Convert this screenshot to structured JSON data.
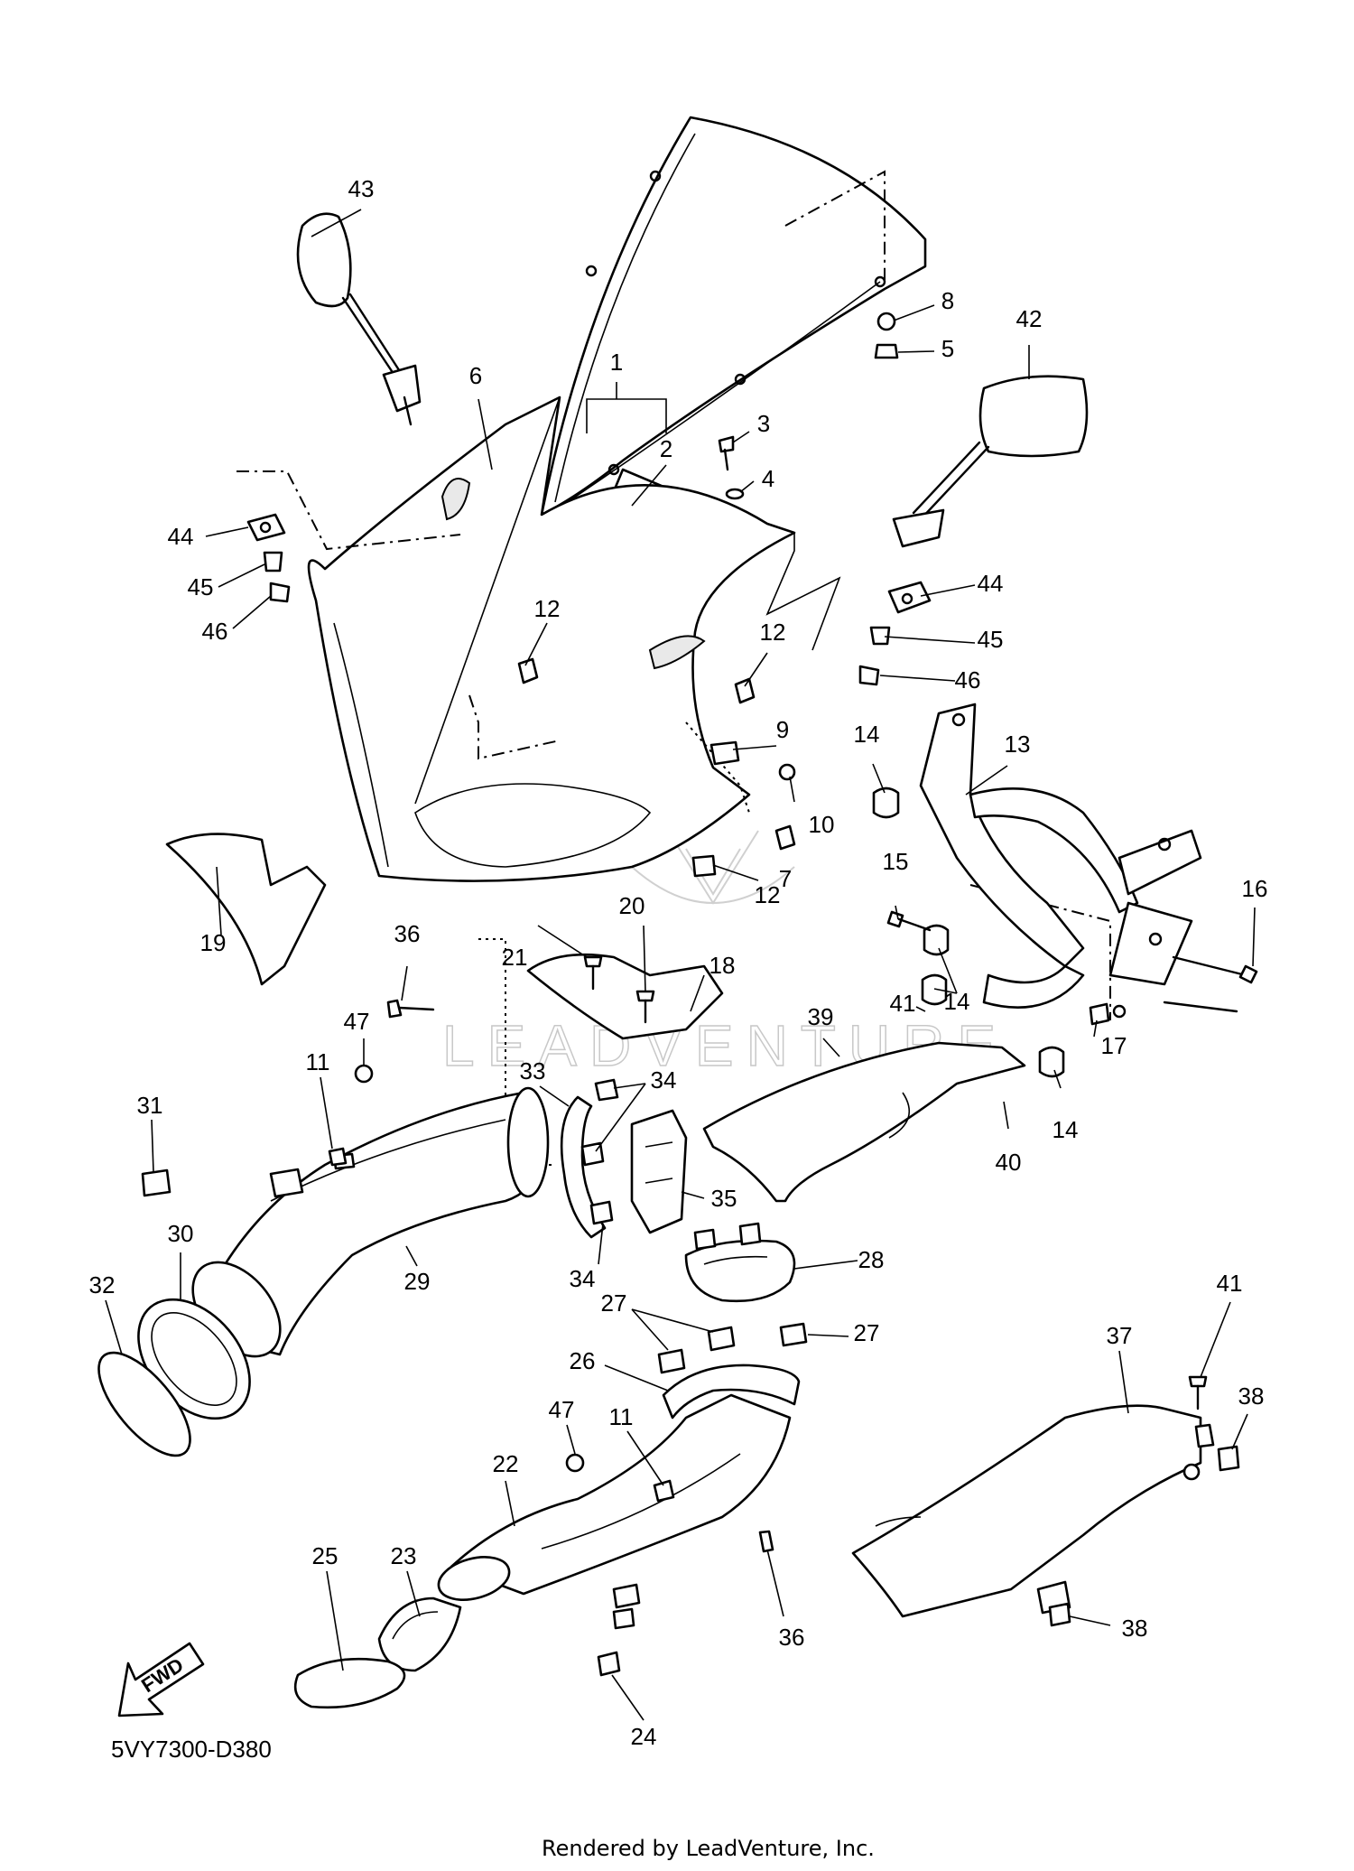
{
  "diagram": {
    "code": "5VY7300-D380",
    "footer": "Rendered by LeadVenture, Inc.",
    "watermark": "LEADVENTURE",
    "fwd_label": "FWD"
  },
  "callouts": [
    {
      "id": "c43",
      "text": "43"
    },
    {
      "id": "c6",
      "text": "6"
    },
    {
      "id": "c1",
      "text": "1"
    },
    {
      "id": "c2",
      "text": "2"
    },
    {
      "id": "c8",
      "text": "8"
    },
    {
      "id": "c5",
      "text": "5"
    },
    {
      "id": "c42",
      "text": "42"
    },
    {
      "id": "c3",
      "text": "3"
    },
    {
      "id": "c4",
      "text": "4"
    },
    {
      "id": "c44a",
      "text": "44"
    },
    {
      "id": "c45a",
      "text": "45"
    },
    {
      "id": "c46a",
      "text": "46"
    },
    {
      "id": "c12a",
      "text": "12"
    },
    {
      "id": "c12b",
      "text": "12"
    },
    {
      "id": "c44b",
      "text": "44"
    },
    {
      "id": "c45b",
      "text": "45"
    },
    {
      "id": "c46b",
      "text": "46"
    },
    {
      "id": "c9",
      "text": "9"
    },
    {
      "id": "c10",
      "text": "10"
    },
    {
      "id": "c14a",
      "text": "14"
    },
    {
      "id": "c13",
      "text": "13"
    },
    {
      "id": "c7",
      "text": "7"
    },
    {
      "id": "c12c",
      "text": "12"
    },
    {
      "id": "c19",
      "text": "19"
    },
    {
      "id": "c15",
      "text": "15"
    },
    {
      "id": "c16",
      "text": "16"
    },
    {
      "id": "c21",
      "text": "21"
    },
    {
      "id": "c20",
      "text": "20"
    },
    {
      "id": "c36a",
      "text": "36"
    },
    {
      "id": "c18",
      "text": "18"
    },
    {
      "id": "c14b",
      "text": "14"
    },
    {
      "id": "c17",
      "text": "17"
    },
    {
      "id": "c41a",
      "text": "41"
    },
    {
      "id": "c47a",
      "text": "47"
    },
    {
      "id": "c33",
      "text": "33"
    },
    {
      "id": "c39",
      "text": "39"
    },
    {
      "id": "c11a",
      "text": "11"
    },
    {
      "id": "c34a",
      "text": "34"
    },
    {
      "id": "c31",
      "text": "31"
    },
    {
      "id": "c14c",
      "text": "14"
    },
    {
      "id": "c40",
      "text": "40"
    },
    {
      "id": "c35",
      "text": "35"
    },
    {
      "id": "c32",
      "text": "32"
    },
    {
      "id": "c30",
      "text": "30"
    },
    {
      "id": "c29",
      "text": "29"
    },
    {
      "id": "c28",
      "text": "28"
    },
    {
      "id": "c34b",
      "text": "34"
    },
    {
      "id": "c27a",
      "text": "27"
    },
    {
      "id": "c27b",
      "text": "27"
    },
    {
      "id": "c41b",
      "text": "41"
    },
    {
      "id": "c26",
      "text": "26"
    },
    {
      "id": "c37",
      "text": "37"
    },
    {
      "id": "c38a",
      "text": "38"
    },
    {
      "id": "c47b",
      "text": "47"
    },
    {
      "id": "c11b",
      "text": "11"
    },
    {
      "id": "c22",
      "text": "22"
    },
    {
      "id": "c23",
      "text": "23"
    },
    {
      "id": "c25",
      "text": "25"
    },
    {
      "id": "c36b",
      "text": "36"
    },
    {
      "id": "c38b",
      "text": "38"
    },
    {
      "id": "c24",
      "text": "24"
    }
  ]
}
